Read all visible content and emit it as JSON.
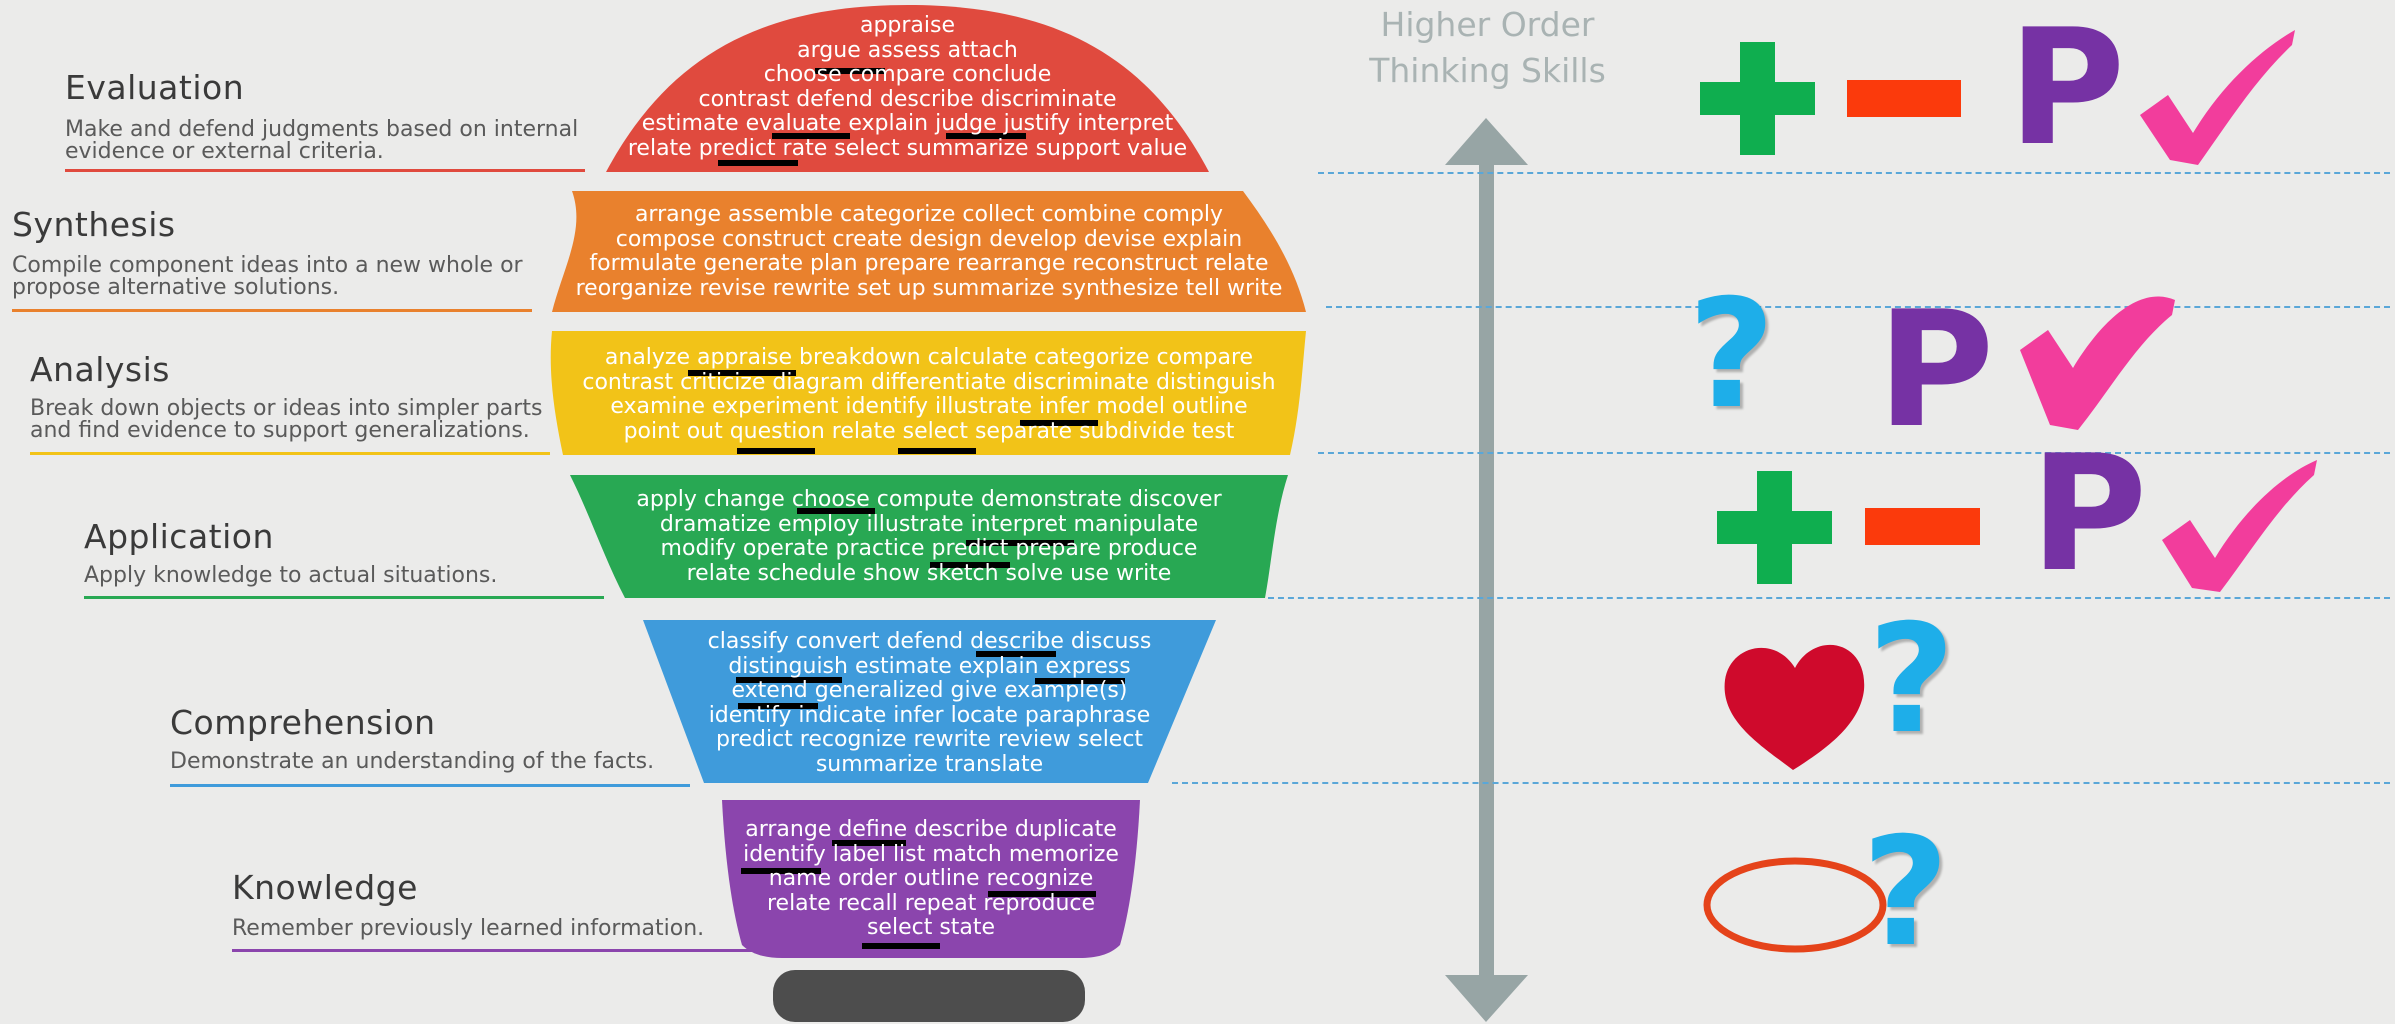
{
  "header": {
    "line1": "Higher Order",
    "line2": "Thinking Skills"
  },
  "levels": [
    {
      "title": "Evaluation",
      "desc1": "Make and defend judgments based on internal",
      "desc2": "evidence or external criteria.",
      "color": "#e04a3e"
    },
    {
      "title": "Synthesis",
      "desc1": "Compile component ideas into a new whole or",
      "desc2": "propose alternative solutions.",
      "color": "#e9812d"
    },
    {
      "title": "Analysis",
      "desc1": "Break down objects or ideas into simpler parts",
      "desc2": "and find evidence to support generalizations.",
      "color": "#f2c318"
    },
    {
      "title": "Application",
      "desc1": "Apply knowledge to actual situations.",
      "desc2": "",
      "color": "#28a853"
    },
    {
      "title": "Comprehension",
      "desc1": "Demonstrate an understanding of the facts.",
      "desc2": "",
      "color": "#3f9bdb"
    },
    {
      "title": "Knowledge",
      "desc1": "Remember previously learned information.",
      "desc2": "",
      "color": "#8b45ad"
    }
  ],
  "bands": {
    "evaluation": [
      "appraise",
      "argue  assess  attach",
      "choose  compare  conclude",
      "contrast  defend  describe  discriminate",
      "estimate  evaluate  explain  judge  justify  interpret",
      "relate  predict  rate  select  summarize  support  value"
    ],
    "synthesis": [
      "arrange  assemble  categorize  collect  combine  comply",
      "compose  construct  create  design  develop  devise  explain",
      "formulate  generate  plan  prepare  rearrange  reconstruct  relate",
      "reorganize  revise  rewrite  set up  summarize  synthesize  tell  write"
    ],
    "analysis": [
      "analyze  appraise  breakdown  calculate  categorize  compare",
      "contrast  criticize  diagram  differentiate  discriminate  distinguish",
      "examine  experiment  identify  illustrate  infer  model  outline",
      "point out  question  relate  select  separate  subdivide  test"
    ],
    "application": [
      "apply  change  choose  compute  demonstrate  discover",
      "dramatize  employ  illustrate  interpret  manipulate",
      "modify  operate  practice  predict  prepare  produce",
      "relate  schedule  show  sketch  solve  use  write"
    ],
    "comprehension": [
      "classify  convert  defend  describe  discuss",
      "distinguish  estimate  explain  express",
      "extend  generalized  give  example(s)",
      "identify  indicate  infer  locate  paraphrase",
      "predict  recognize  rewrite  review  select",
      "summarize  translate"
    ],
    "knowledge": [
      "arrange  define  describe  duplicate",
      "identify  label  list  match  memorize",
      "name  order  outline  recognize",
      "relate  recall  repeat  reproduce",
      "select  state"
    ]
  },
  "markers": {
    "row1": [
      "plus-icon",
      "minus-icon",
      "P",
      "check-icon"
    ],
    "row2": [
      "question-icon",
      "P",
      "check-icon"
    ],
    "row3": [
      "plus-icon",
      "minus-icon",
      "P",
      "check-icon"
    ],
    "row4": [
      "heart-icon",
      "question-icon"
    ],
    "row5": [
      "ellipse-icon",
      "question-icon"
    ],
    "p_letter": "P",
    "q_glyph": "?"
  },
  "colors": {
    "plus": "#0fae4f",
    "minus": "#fb3a0c",
    "p": "#7632a4",
    "check": "#f23d9c",
    "question": "#1eaee9",
    "heart": "#cf0a2c",
    "ellipse": "#e5431a",
    "arrow": "#97a5a5",
    "dash": "#5aa7d8",
    "base": "#4d4d4d"
  }
}
